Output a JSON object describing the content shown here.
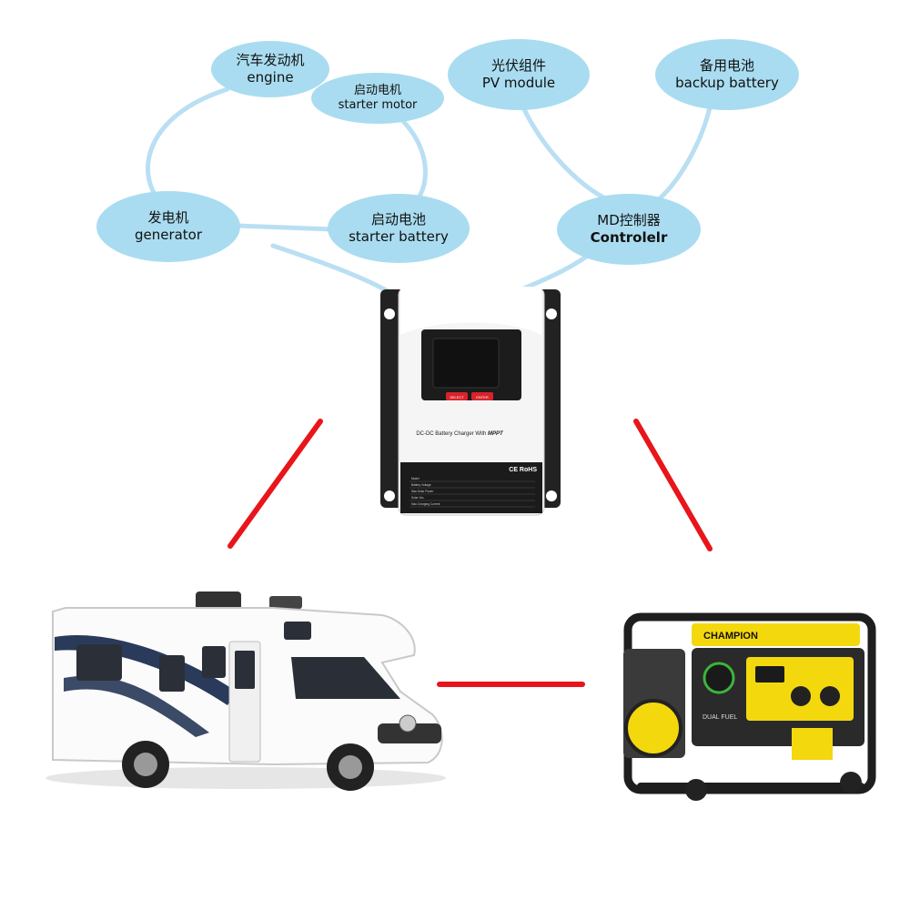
{
  "nodes": {
    "engine": {
      "zh": "汽车发动机",
      "en": "engine"
    },
    "starter_motor": {
      "zh": "启动电机",
      "en": "starter motor"
    },
    "generator": {
      "zh": "发电机",
      "en": "generator"
    },
    "starter_battery": {
      "zh": "启动电池",
      "en": "starter battery"
    },
    "pv_module": {
      "zh": "光伏组件",
      "en": "PV module"
    },
    "backup_battery": {
      "zh": "备用电池",
      "en": "backup battery"
    },
    "md_controller": {
      "zh": "MD控制器",
      "en": "Controlelr"
    }
  },
  "device": {
    "title": "DC-DC Battery Charger With",
    "brand": "MPPT",
    "button_left": "SELECT",
    "button_right": "ENTER",
    "cert": "CE RoHS",
    "spec_rows": [
      "Model",
      "Battery Voltage",
      "Max.Solar Power",
      "Solar Voc",
      "Max.Charging Current"
    ]
  },
  "generator_brand": "CHAMPION",
  "generator_fuel": "DUAL FUEL",
  "colors": {
    "bubble": "#a9dcf0",
    "connector": "#b9dff2",
    "link": "#e8151b"
  }
}
